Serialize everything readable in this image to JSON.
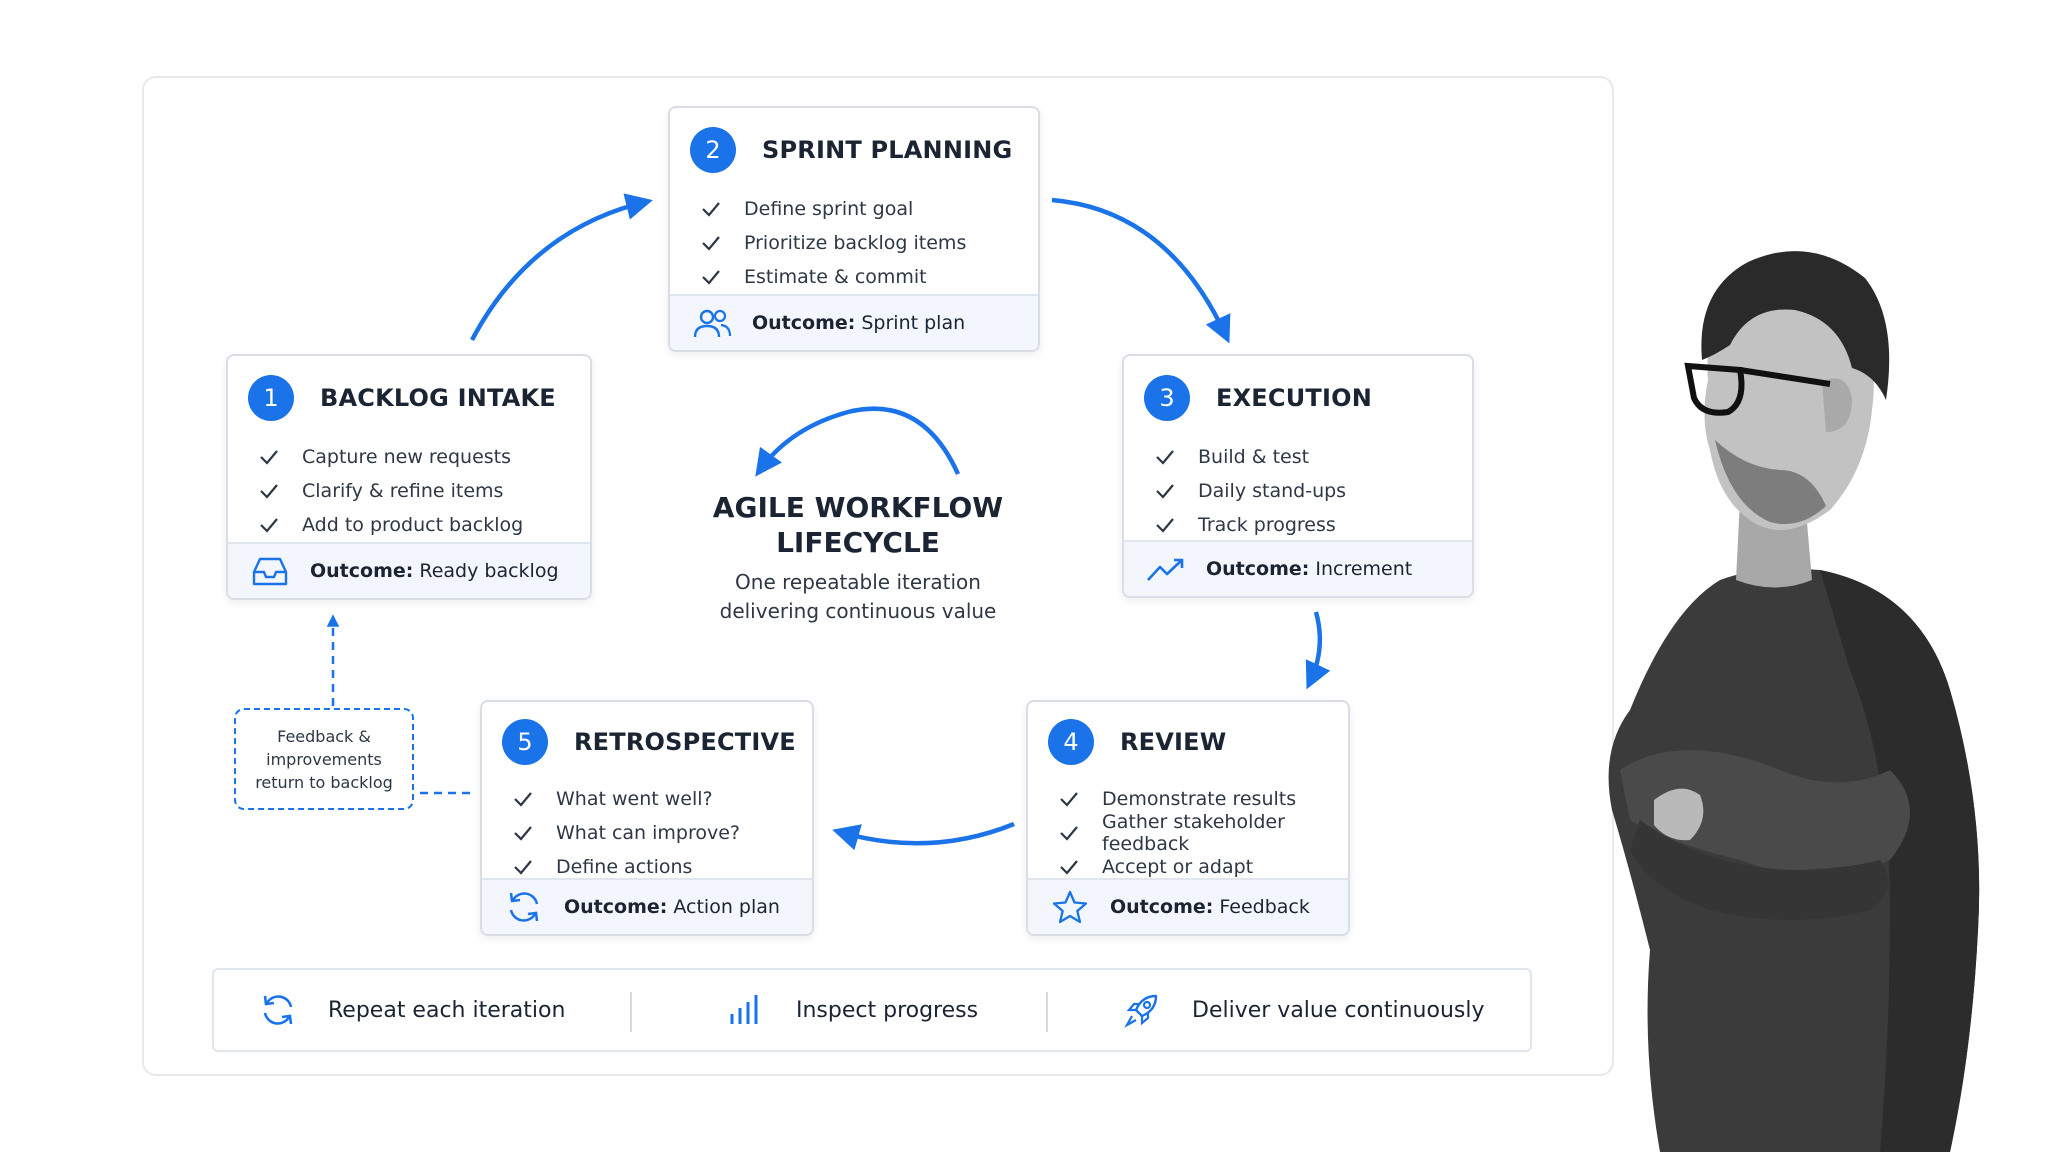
{
  "center": {
    "title_line1": "AGILE WORKFLOW",
    "title_line2": "LIFECYCLE",
    "subtitle_line1": "One repeatable iteration",
    "subtitle_line2": "delivering continuous value"
  },
  "stages": [
    {
      "number": "1",
      "title": "BACKLOG INTAKE",
      "items": [
        "Capture new requests",
        "Clarify & refine items",
        "Add to product backlog"
      ],
      "outcome_label": "Outcome:",
      "outcome_value": "Ready backlog",
      "icon": "inbox-icon"
    },
    {
      "number": "2",
      "title": "SPRINT PLANNING",
      "items": [
        "Define sprint goal",
        "Prioritize backlog items",
        "Estimate & commit"
      ],
      "outcome_label": "Outcome:",
      "outcome_value": "Sprint plan",
      "icon": "team-icon"
    },
    {
      "number": "3",
      "title": "EXECUTION",
      "items": [
        "Build & test",
        "Daily stand-ups",
        "Track progress"
      ],
      "outcome_label": "Outcome:",
      "outcome_value": "Increment",
      "icon": "trend-up-icon"
    },
    {
      "number": "4",
      "title": "REVIEW",
      "items": [
        "Demonstrate results",
        "Gather stakeholder feedback",
        "Accept or adapt"
      ],
      "outcome_label": "Outcome:",
      "outcome_value": "Feedback",
      "icon": "star-icon"
    },
    {
      "number": "5",
      "title": "RETROSPECTIVE",
      "items": [
        "What went well?",
        "What can improve?",
        "Define actions"
      ],
      "outcome_label": "Outcome:",
      "outcome_value": "Action plan",
      "icon": "refresh-icon"
    }
  ],
  "feedback": {
    "line1": "Feedback &",
    "line2": "improvements",
    "line3": "return to backlog"
  },
  "footer": [
    {
      "label": "Repeat each iteration",
      "icon": "refresh-icon"
    },
    {
      "label": "Inspect progress",
      "icon": "bar-chart-icon"
    },
    {
      "label": "Deliver value continuously",
      "icon": "rocket-icon"
    }
  ],
  "colors": {
    "accent": "#1a73e8",
    "text": "#1b2433",
    "outcome_bg": "#f3f7fd",
    "border": "#d9dee6"
  }
}
